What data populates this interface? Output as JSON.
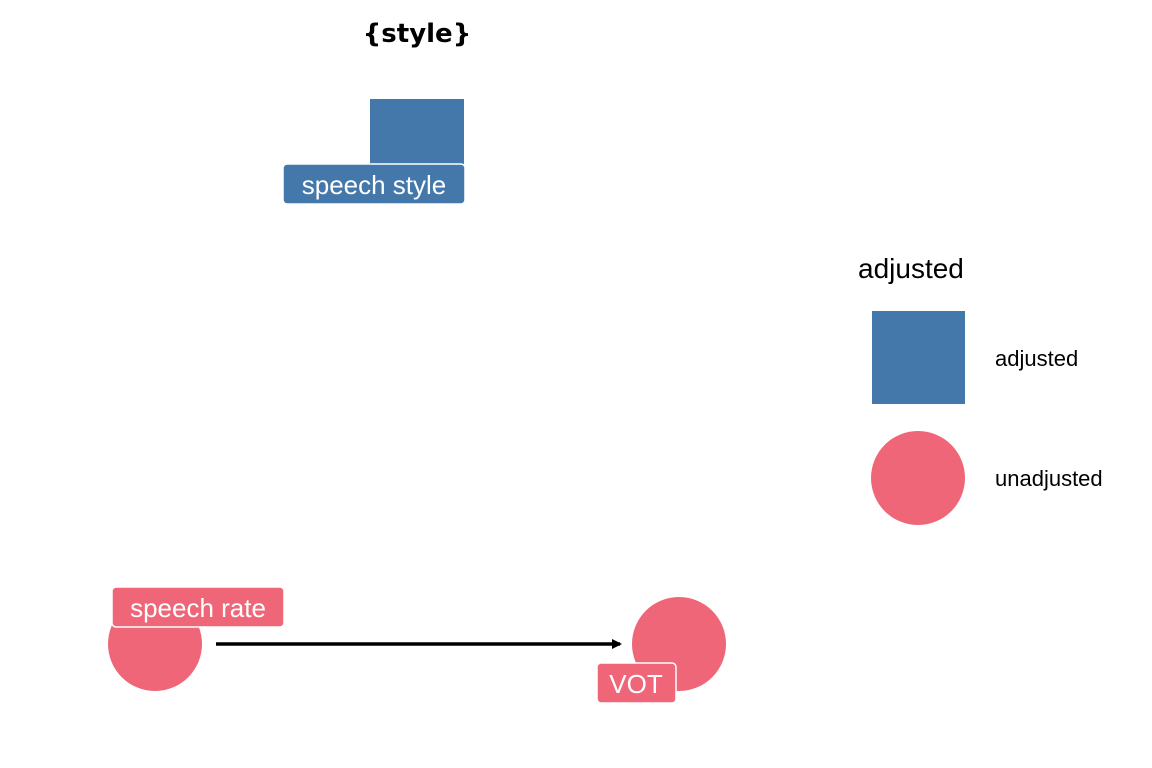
{
  "title": "{style}",
  "colors": {
    "adjusted": "#4477aa",
    "unadjusted": "#ee6677",
    "edge": "#000000"
  },
  "nodes": [
    {
      "id": "speech_style",
      "label": "speech style",
      "status": "adjusted",
      "shape": "square"
    },
    {
      "id": "speech_rate",
      "label": "speech rate",
      "status": "unadjusted",
      "shape": "circle"
    },
    {
      "id": "vot",
      "label": "VOT",
      "status": "unadjusted",
      "shape": "circle"
    }
  ],
  "edges": [
    {
      "from": "speech_rate",
      "to": "vot"
    }
  ],
  "legend": {
    "title": "adjusted",
    "items": [
      {
        "label": "adjusted",
        "shape": "square",
        "color_key": "adjusted"
      },
      {
        "label": "unadjusted",
        "shape": "circle",
        "color_key": "unadjusted"
      }
    ]
  }
}
